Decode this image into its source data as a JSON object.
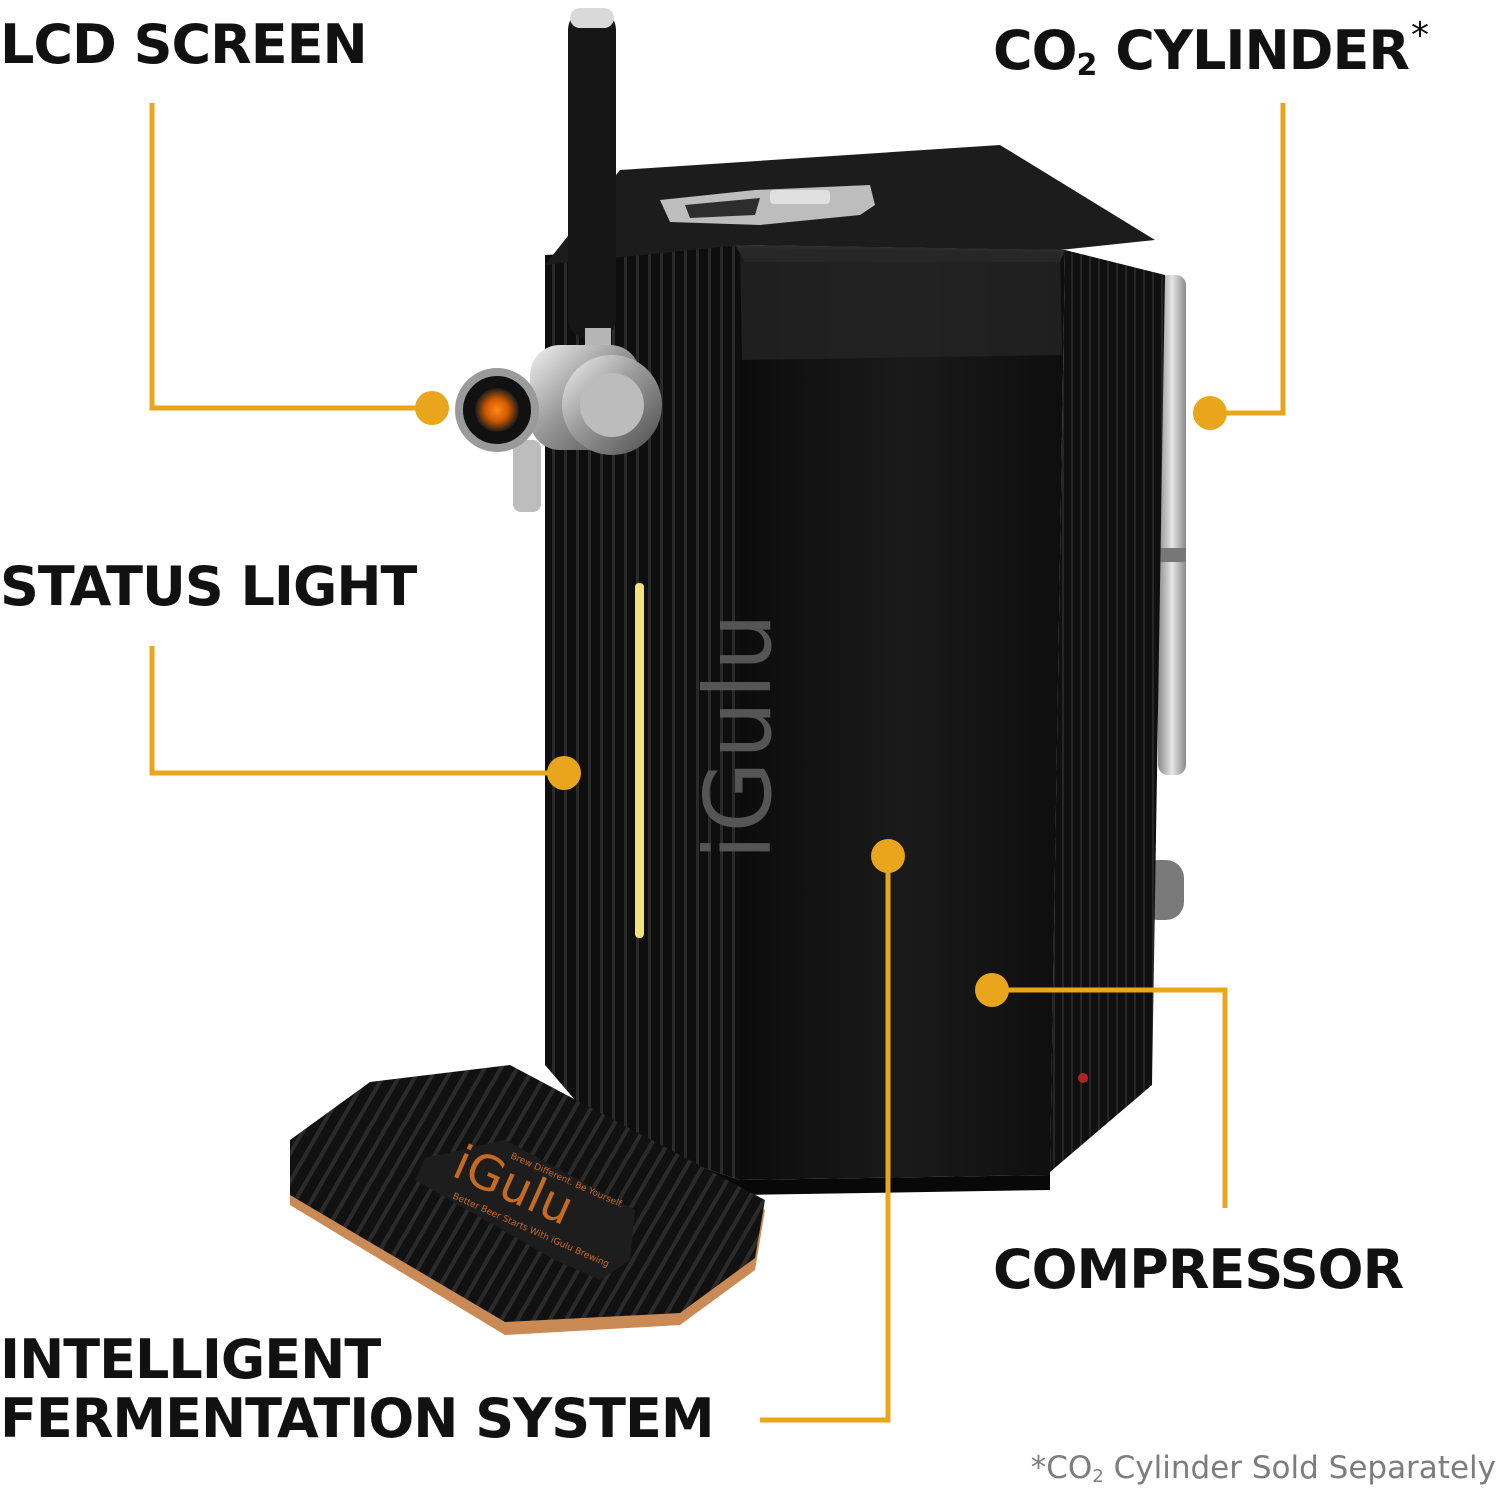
{
  "labels": {
    "lcd_screen": "LCD SCREEN",
    "co2_prefix": "CO",
    "co2_subscript": "2",
    "co2_suffix": " CYLINDER",
    "co2_asterisk": "*",
    "status_light": "STATUS LIGHT",
    "compressor": "COMPRESSOR",
    "fermentation_line1": "INTELLIGENT",
    "fermentation_line2": "FERMENTATION SYSTEM"
  },
  "footnote": {
    "prefix": "*CO",
    "subscript": "2",
    "suffix": " Cylinder Sold Separately"
  },
  "product": {
    "logo_text": "iGulu",
    "mat_logo_text": "iGulu",
    "mat_tagline_top": "Brew Different. Be Yourself.",
    "mat_tagline_bottom": "Better Beer Starts With iGulu Brewing"
  },
  "colors": {
    "accent": "#E9A51C",
    "body": "#121212",
    "text": "#111111",
    "footnote": "#7d7d7d",
    "status_light": "#F2E27A"
  }
}
